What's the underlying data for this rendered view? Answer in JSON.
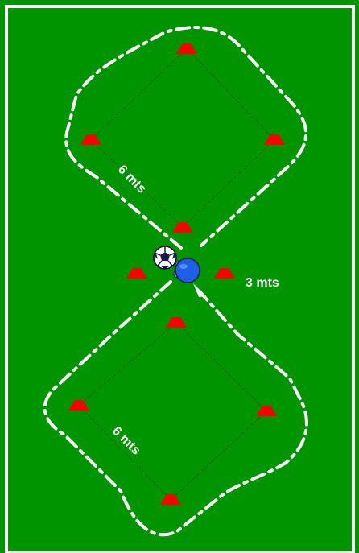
{
  "colors": {
    "field": "#009400",
    "lines": "#ffffff",
    "cone": "#ff0000",
    "player": "#1e5fe6",
    "guide": "#0a5a0a"
  },
  "labels": {
    "top_distance": "6 mts",
    "gap_distance": "3 mts",
    "bottom_distance": "6 mts"
  },
  "icons": {
    "cone": "cone-icon",
    "ball": "soccer-ball-icon",
    "player": "player-icon"
  }
}
